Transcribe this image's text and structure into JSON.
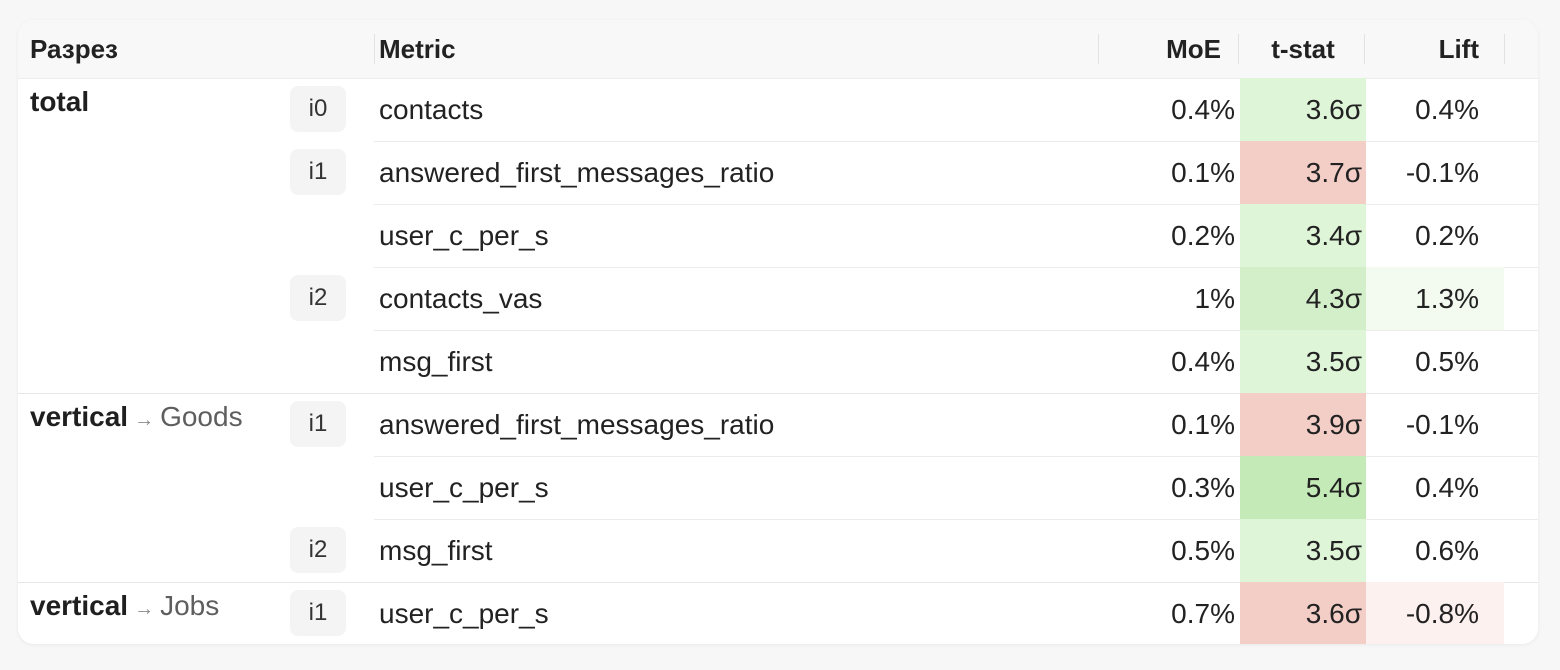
{
  "headers": {
    "segment": "Разрез",
    "metric": "Metric",
    "moe": "MoE",
    "tstat": "t-stat",
    "lift": "Lift"
  },
  "rows": [
    {
      "segment": "total",
      "segment_sub": "",
      "iteration": "i0",
      "metric": "contacts",
      "moe": "0.4%",
      "tstat": "3.6σ",
      "lift": "0.4%"
    },
    {
      "segment": "",
      "segment_sub": "",
      "iteration": "i1",
      "metric": "answered_first_messages_ratio",
      "moe": "0.1%",
      "tstat": "3.7σ",
      "lift": "-0.1%"
    },
    {
      "segment": "",
      "segment_sub": "",
      "iteration": "",
      "metric": "user_c_per_s",
      "moe": "0.2%",
      "tstat": "3.4σ",
      "lift": "0.2%"
    },
    {
      "segment": "",
      "segment_sub": "",
      "iteration": "i2",
      "metric": "contacts_vas",
      "moe": "1%",
      "tstat": "4.3σ",
      "lift": "1.3%"
    },
    {
      "segment": "",
      "segment_sub": "",
      "iteration": "",
      "metric": "msg_first",
      "moe": "0.4%",
      "tstat": "3.5σ",
      "lift": "0.5%"
    },
    {
      "segment": "vertical",
      "segment_sub": "Goods",
      "iteration": "i1",
      "metric": "answered_first_messages_ratio",
      "moe": "0.1%",
      "tstat": "3.9σ",
      "lift": "-0.1%"
    },
    {
      "segment": "",
      "segment_sub": "",
      "iteration": "",
      "metric": "user_c_per_s",
      "moe": "0.3%",
      "tstat": "5.4σ",
      "lift": "0.4%"
    },
    {
      "segment": "",
      "segment_sub": "",
      "iteration": "i2",
      "metric": "msg_first",
      "moe": "0.5%",
      "tstat": "3.5σ",
      "lift": "0.6%"
    },
    {
      "segment": "vertical",
      "segment_sub": "Jobs",
      "iteration": "i1",
      "metric": "user_c_per_s",
      "moe": "0.7%",
      "tstat": "3.6σ",
      "lift": "-0.8%"
    }
  ],
  "arrow_glyph": "→",
  "colors": {
    "tstat_positive_weak": "#dff5d8",
    "tstat_positive_mid": "#d2efc9",
    "tstat_positive_strong": "#c4ebb7",
    "tstat_negative": "#f3cec7",
    "lift_positive_tint": "#f3fbf0",
    "lift_negative_tint": "#fdf1ef"
  },
  "tstat_tone": [
    "pos-weak",
    "neg",
    "pos-weak",
    "pos-mid",
    "pos-weak",
    "neg",
    "pos-strong",
    "pos-weak",
    "neg"
  ],
  "lift_tone": [
    "none",
    "none",
    "none",
    "pos",
    "none",
    "none",
    "none",
    "none",
    "neg"
  ]
}
